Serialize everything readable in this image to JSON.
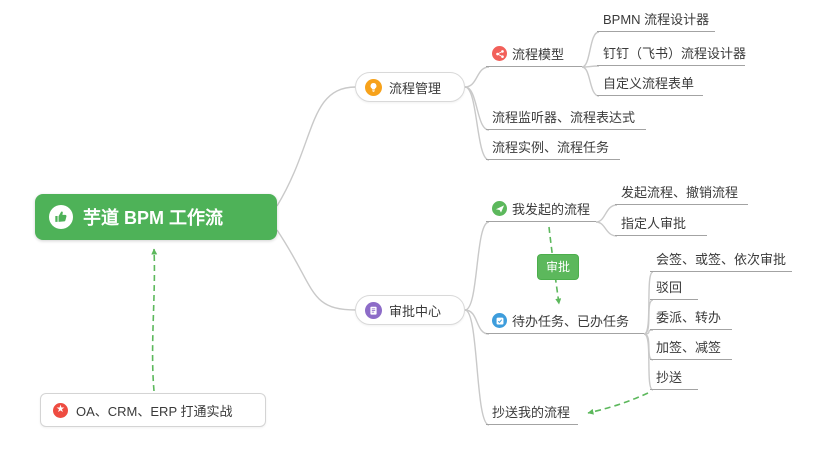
{
  "colors": {
    "green": "#4eb258",
    "lightgreen": "#5cb85c",
    "orange": "#f7a21b",
    "red": "#ee4c41",
    "coral": "#f2605a",
    "purple": "#8d6cc8",
    "blue": "#3e9ddc",
    "linegray": "#c9c9c9",
    "underline": "#a3a3a3",
    "text": "#3a3a3a"
  },
  "root": {
    "label": "芋道 BPM 工作流",
    "icon": "thumbs-up-icon"
  },
  "note": {
    "label": "OA、CRM、ERP 打通实战",
    "icon": "star-icon"
  },
  "badge": {
    "label": "审批"
  },
  "process": {
    "label": "流程管理",
    "icon": "lightbulb-icon",
    "model": {
      "label": "流程模型",
      "icon": "flow-model-icon",
      "children": [
        "BPMN 流程设计器",
        "钉钉（飞书）流程设计器",
        "自定义流程表单"
      ]
    },
    "listener": "流程监听器、流程表达式",
    "instance": "流程实例、流程任务"
  },
  "approval": {
    "label": "审批中心",
    "icon": "clipboard-icon",
    "initiated": {
      "label": "我发起的流程",
      "icon": "paper-plane-icon",
      "children": [
        "发起流程、撤销流程",
        "指定人审批"
      ]
    },
    "todo": {
      "label": "待办任务、已办任务",
      "icon": "tasks-icon",
      "children": [
        "会签、或签、依次审批",
        "驳回",
        "委派、转办",
        "加签、减签",
        "抄送"
      ]
    },
    "cc": "抄送我的流程"
  }
}
